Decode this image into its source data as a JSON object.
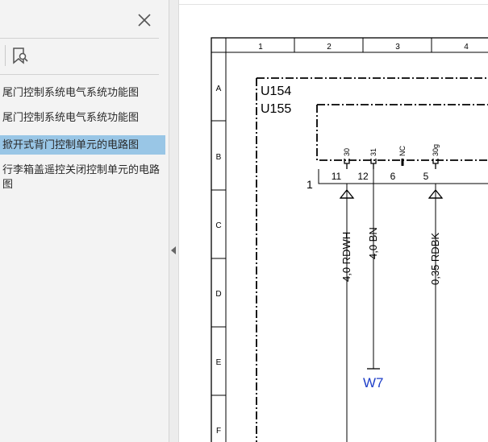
{
  "sidebar": {
    "bookmarks": [
      {
        "label": "尾门控制系统电气系统功能图",
        "selected": false
      },
      {
        "label": "尾门控制系统电气系统功能图",
        "selected": false
      },
      {
        "label": "掀开式背门控制单元的电路图",
        "selected": true
      },
      {
        "label": "行李箱盖遥控关闭控制单元的电路图",
        "selected": false
      }
    ]
  },
  "diagram": {
    "col_labels": [
      "1",
      "2",
      "3",
      "4"
    ],
    "row_labels": [
      "A",
      "B",
      "C",
      "D",
      "E",
      "F"
    ],
    "component_1": "U154",
    "component_2": "U155",
    "connector_label": "1",
    "pins": [
      {
        "pin": "11",
        "signal": "30"
      },
      {
        "pin": "12",
        "signal": "31"
      },
      {
        "pin": "6",
        "signal": "NC"
      },
      {
        "pin": "5",
        "signal": "30g"
      }
    ],
    "wires": [
      "4,0 RDWH",
      "4,0 BN",
      "0,35 RDBK"
    ],
    "ground_label": "W7"
  }
}
